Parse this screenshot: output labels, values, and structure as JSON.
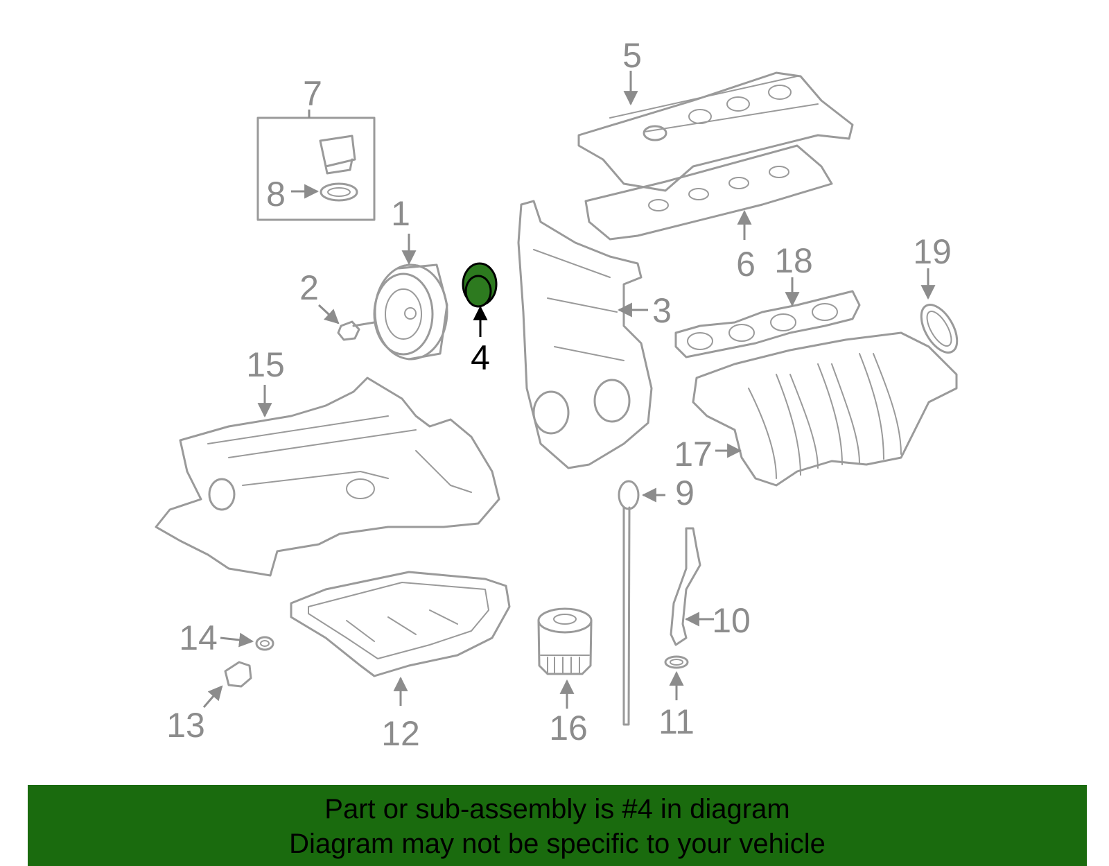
{
  "callouts": {
    "c1": "1",
    "c2": "2",
    "c3": "3",
    "c4": "4",
    "c5": "5",
    "c6": "6",
    "c7": "7",
    "c8": "8",
    "c9": "9",
    "c10": "10",
    "c11": "11",
    "c12": "12",
    "c13": "13",
    "c14": "14",
    "c15": "15",
    "c16": "16",
    "c17": "17",
    "c18": "18",
    "c19": "19"
  },
  "highlight": {
    "part_number": "4",
    "color": "#2d7a1f"
  },
  "banner": {
    "line1": "Part or sub-assembly is #4 in diagram",
    "line2": "Diagram may not be specific to your vehicle",
    "background": "#1a6b0e"
  }
}
